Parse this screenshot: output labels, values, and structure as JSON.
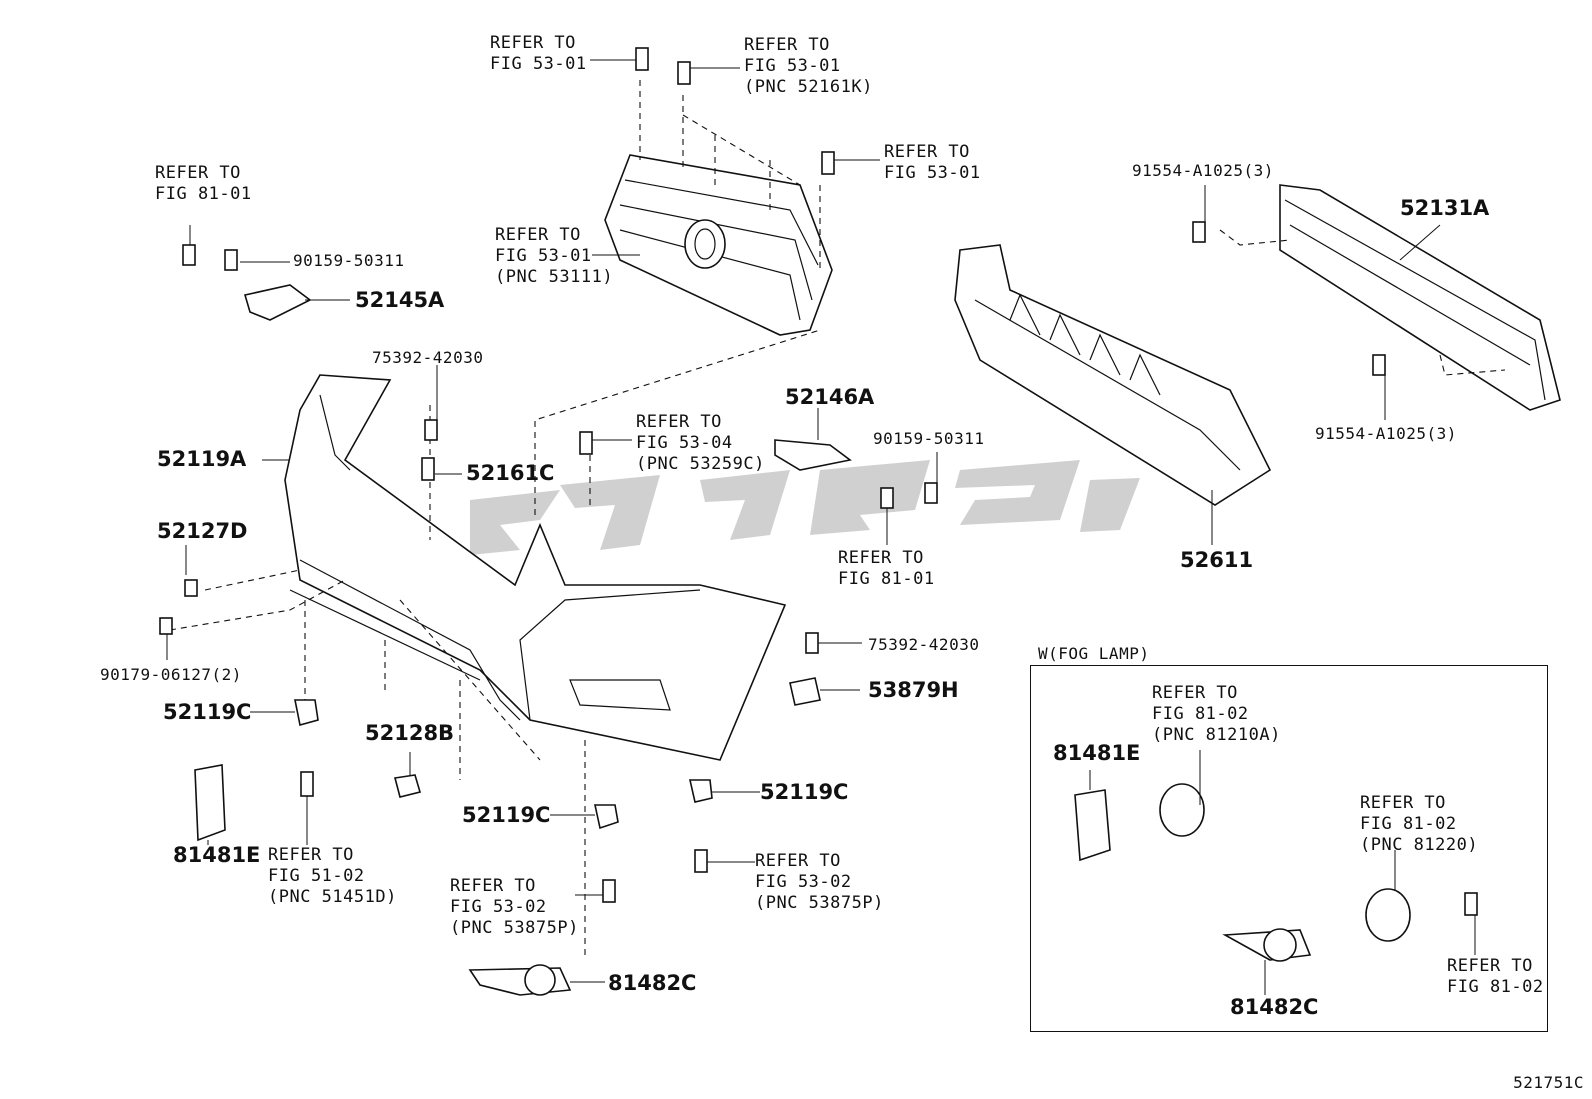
{
  "figure_id": "521751C",
  "inset_title": "W(FOG LAMP)",
  "labels": {
    "l01": "REFER TO\nFIG 53-01",
    "l02": "REFER TO\nFIG 53-01\n(PNC 52161K)",
    "l03": "REFER TO\nFIG 53-01",
    "l04": "REFER TO\nFIG 53-01\n(PNC 53111)",
    "l05": "REFER TO\nFIG 81-01",
    "l06": "90159-50311",
    "l07": "52145A",
    "l08": "75392-42030",
    "l09": "52119A",
    "l10": "52161C",
    "l11": "REFER TO\nFIG 53-04\n(PNC 53259C)",
    "l12": "52146A",
    "l13": "90159-50311",
    "l14": "REFER TO\nFIG 81-01",
    "l15": "91554-A1025(3)",
    "l16": "52131A",
    "l17": "91554-A1025(3)",
    "l18": "52611",
    "l19": "52127D",
    "l20": "90179-06127(2)",
    "l21": "75392-42030",
    "l22": "53879H",
    "l23": "52119C",
    "l24": "52128B",
    "l25": "52119C",
    "l26": "52119C",
    "l27": "81481E",
    "l28": "REFER TO\nFIG 51-02\n(PNC 51451D)",
    "l29": "REFER TO\nFIG 53-02\n(PNC 53875P)",
    "l30": "REFER TO\nFIG 53-02\n(PNC 53875P)",
    "l31": "81482C",
    "l32": "81481E",
    "l33": "REFER TO\nFIG 81-02\n(PNC 81210A)",
    "l34": "REFER TO\nFIG 81-02\n(PNC 81220)",
    "l35": "81482C",
    "l36": "REFER TO\nFIG 81-02"
  }
}
